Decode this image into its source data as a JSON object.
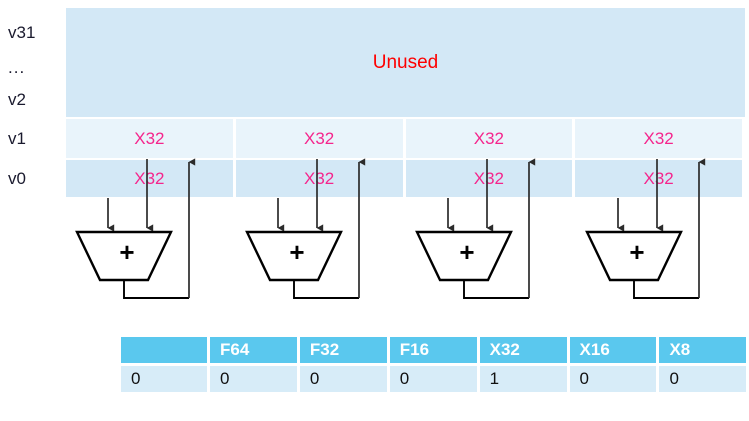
{
  "diagram": {
    "title": "SIMD vector register lanes with per-lane adders",
    "unused_label": "Unused",
    "register_labels": [
      {
        "name": "v31"
      },
      {
        "name": "..."
      },
      {
        "name": "v2"
      },
      {
        "name": "v1"
      },
      {
        "name": "v0"
      }
    ],
    "lane_count": 4,
    "lane_element_label": "X32",
    "v1_lanes": [
      "X32",
      "X32",
      "X32",
      "X32"
    ],
    "v0_lanes": [
      "X32",
      "X32",
      "X32",
      "X32"
    ],
    "adders": [
      {
        "op": "+"
      },
      {
        "op": "+"
      },
      {
        "op": "+"
      },
      {
        "op": "+"
      }
    ],
    "colors": {
      "block_fill": "#d3e8f6",
      "v1_lane_fill": "#e9f4fb",
      "v0_lane_fill": "#d3e8f6",
      "unused_text": "#fe0000",
      "lane_text": "#f5258c",
      "table_header": "#5ac8ee",
      "table_cell": "#d7ecf8",
      "wire": "#2b2b2b"
    }
  },
  "control_table": {
    "headers": [
      "",
      "F64",
      "F32",
      "F16",
      "X32",
      "X16",
      "X8"
    ],
    "values": [
      "0",
      "0",
      "0",
      "0",
      "1",
      "0",
      "0"
    ]
  }
}
